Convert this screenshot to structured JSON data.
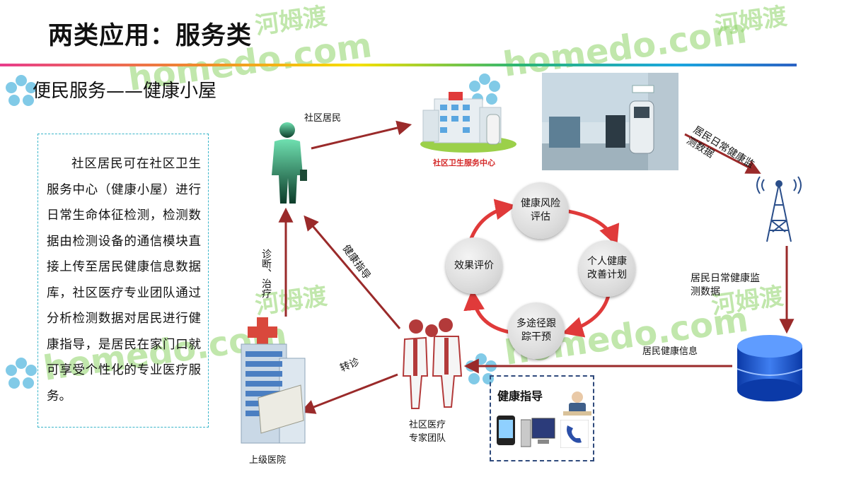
{
  "slide": {
    "title": "两类应用：服务类",
    "subtitle": "便民服务——健康小屋"
  },
  "description": "社区居民可在社区卫生服务中心（健康小屋）进行日常生命体征检测，检测数据由检测设备的通信模块直接上传至居民健康信息数据库，社区医疗专业团队通过分析检测数据对居民进行健康指导，是居民在家门口就可享受个性化的专业医疗服务。",
  "diagram": {
    "resident_label": "社区居民",
    "center_label": "社区卫生服务中心",
    "daily_data_top": "居民日常健康监测数据",
    "daily_data_mid": "居民日常健康监测数据",
    "health_info": "居民健康信息",
    "team_label": "社区医疗专家团队",
    "hospital_label": "上级医院",
    "guidance_edge": "健康指导",
    "diagnosis_edge": "诊断、治疗",
    "referral_edge": "转诊",
    "guidance_box_title": "健康指导",
    "cycle": [
      "健康风险评估",
      "个人健康改善计划",
      "多途径跟踪干预",
      "效果评价"
    ]
  },
  "watermark": {
    "site": "homedo.com",
    "name": "河姆渡"
  },
  "colors": {
    "arrow": "#9a2a2a",
    "cycle_arrow": "#e03a3a",
    "box_border": "#39b5c9",
    "guide_border": "#2f4a7c"
  }
}
